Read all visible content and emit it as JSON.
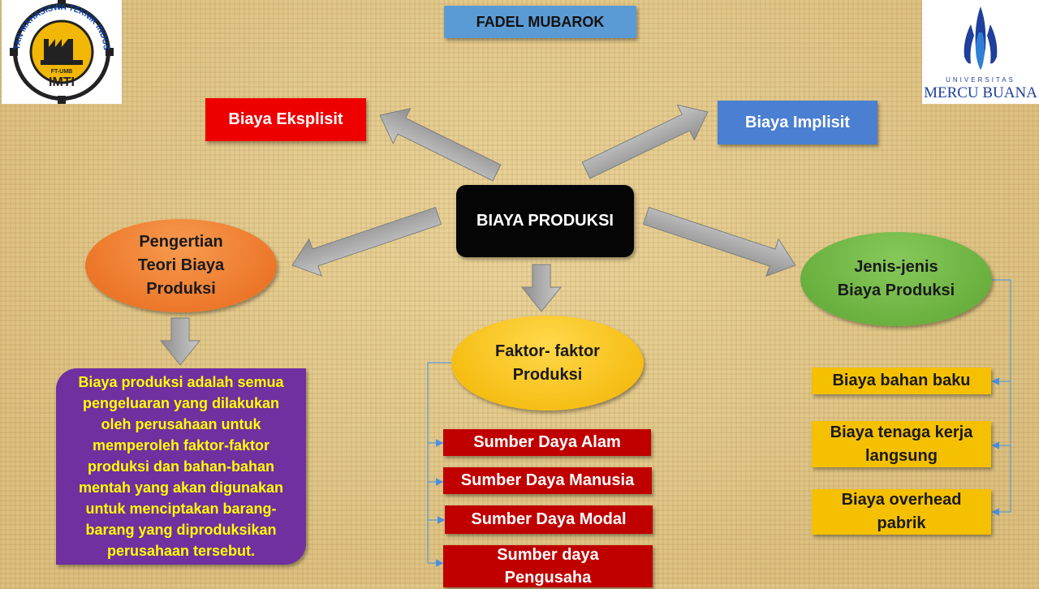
{
  "header": {
    "name": "FADEL MUBAROK"
  },
  "logos": {
    "left": {
      "ring_text": "IKATAN MAHASISWA TEKNIK INDUSTRI",
      "sub": "FT-UMB",
      "name": "IMTI"
    },
    "right": {
      "small": "UNIVERSITAS",
      "name": "MERCU BUANA"
    }
  },
  "center": {
    "label": "BIAYA PRODUKSI"
  },
  "top_boxes": {
    "explicit": "Biaya Eksplisit",
    "implicit": "Biaya Implisit"
  },
  "pengertian": {
    "title": "Pengertian Teori Biaya Produksi",
    "definition": "Biaya produksi adalah semua pengeluaran yang dilakukan oleh perusahaan untuk memperoleh faktor-faktor produksi dan bahan-bahan mentah yang akan digunakan untuk menciptakan barang-barang yang diproduksikan perusahaan tersebut."
  },
  "faktor": {
    "title": "Faktor- faktor Produksi",
    "items": [
      "Sumber Daya Alam",
      "Sumber Daya Manusia",
      "Sumber Daya Modal",
      "Sumber daya Pengusaha"
    ]
  },
  "jenis": {
    "title": "Jenis-jenis Biaya Produksi",
    "items": [
      "Biaya bahan baku",
      "Biaya tenaga kerja langsung",
      "Biaya overhead pabrik"
    ]
  },
  "colors": {
    "red": "#ee0000",
    "blue": "#4a7fd1",
    "orange": "#ef7a22",
    "yellow": "#f5c300",
    "green": "#66b139",
    "purple": "#7030a0",
    "dark_red": "#c00000",
    "gold": "#f5c000",
    "header_blue": "#5b9bd5",
    "arrow_gray": "#a6a6a6"
  }
}
